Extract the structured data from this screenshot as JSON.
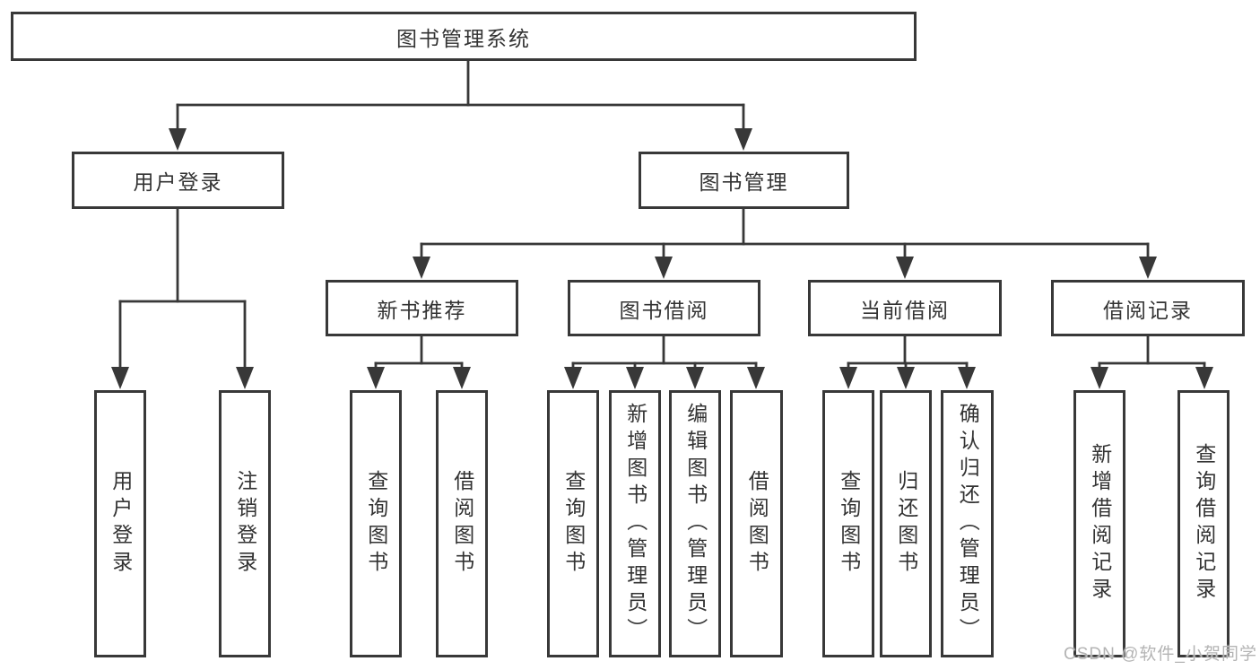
{
  "diagram": {
    "title": "图书管理系统",
    "level2": [
      "用户登录",
      "图书管理"
    ],
    "level3": [
      "新书推荐",
      "图书借阅",
      "当前借阅",
      "借阅记录"
    ],
    "leaves": [
      "用户登录",
      "注销登录",
      "查询图书",
      "借阅图书",
      "查询图书",
      "新增图书（管理员）",
      "编辑图书（管理员）",
      "借阅图书",
      "查询图书",
      "归还图书",
      "确认归还（管理员）",
      "新增借阅记录",
      "查询借阅记录"
    ],
    "watermark": "CSDN @软件_小贺同学",
    "colors": {
      "line": "#383838",
      "box_border": "#383838",
      "box_fill": "#ffffff",
      "text": "#333333",
      "watermark": "#b4b4b4",
      "background": "#ffffff"
    }
  }
}
